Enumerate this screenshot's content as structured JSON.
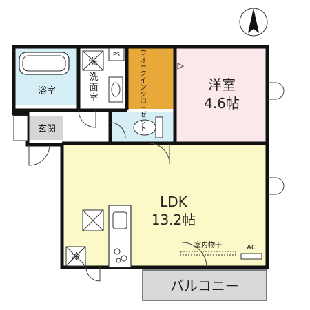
{
  "compass": {
    "icon": "north-arrow-icon"
  },
  "rooms": {
    "bath": "浴室",
    "washroom": "洗面室",
    "washer": "洗",
    "ps": "PS",
    "walk_in_closet": "ウォークインクローゼット",
    "entrance": "玄関",
    "western_room_name": "洋室",
    "western_room_size": "4.6帖",
    "ldk_name": "LDK",
    "ldk_size": "13.2帖",
    "indoor_drying": "室内物干",
    "ac": "AC",
    "refrigerator": "冷",
    "balcony": "バルコニー"
  },
  "colors": {
    "ldk": "#fbf9c8",
    "western_room": "#fbe8ea",
    "bath": "#d6eef6",
    "toilet": "#d6eef6",
    "closet": "#e8a93a",
    "entrance": "#d6d6d6",
    "balcony": "#d9d9d9"
  }
}
